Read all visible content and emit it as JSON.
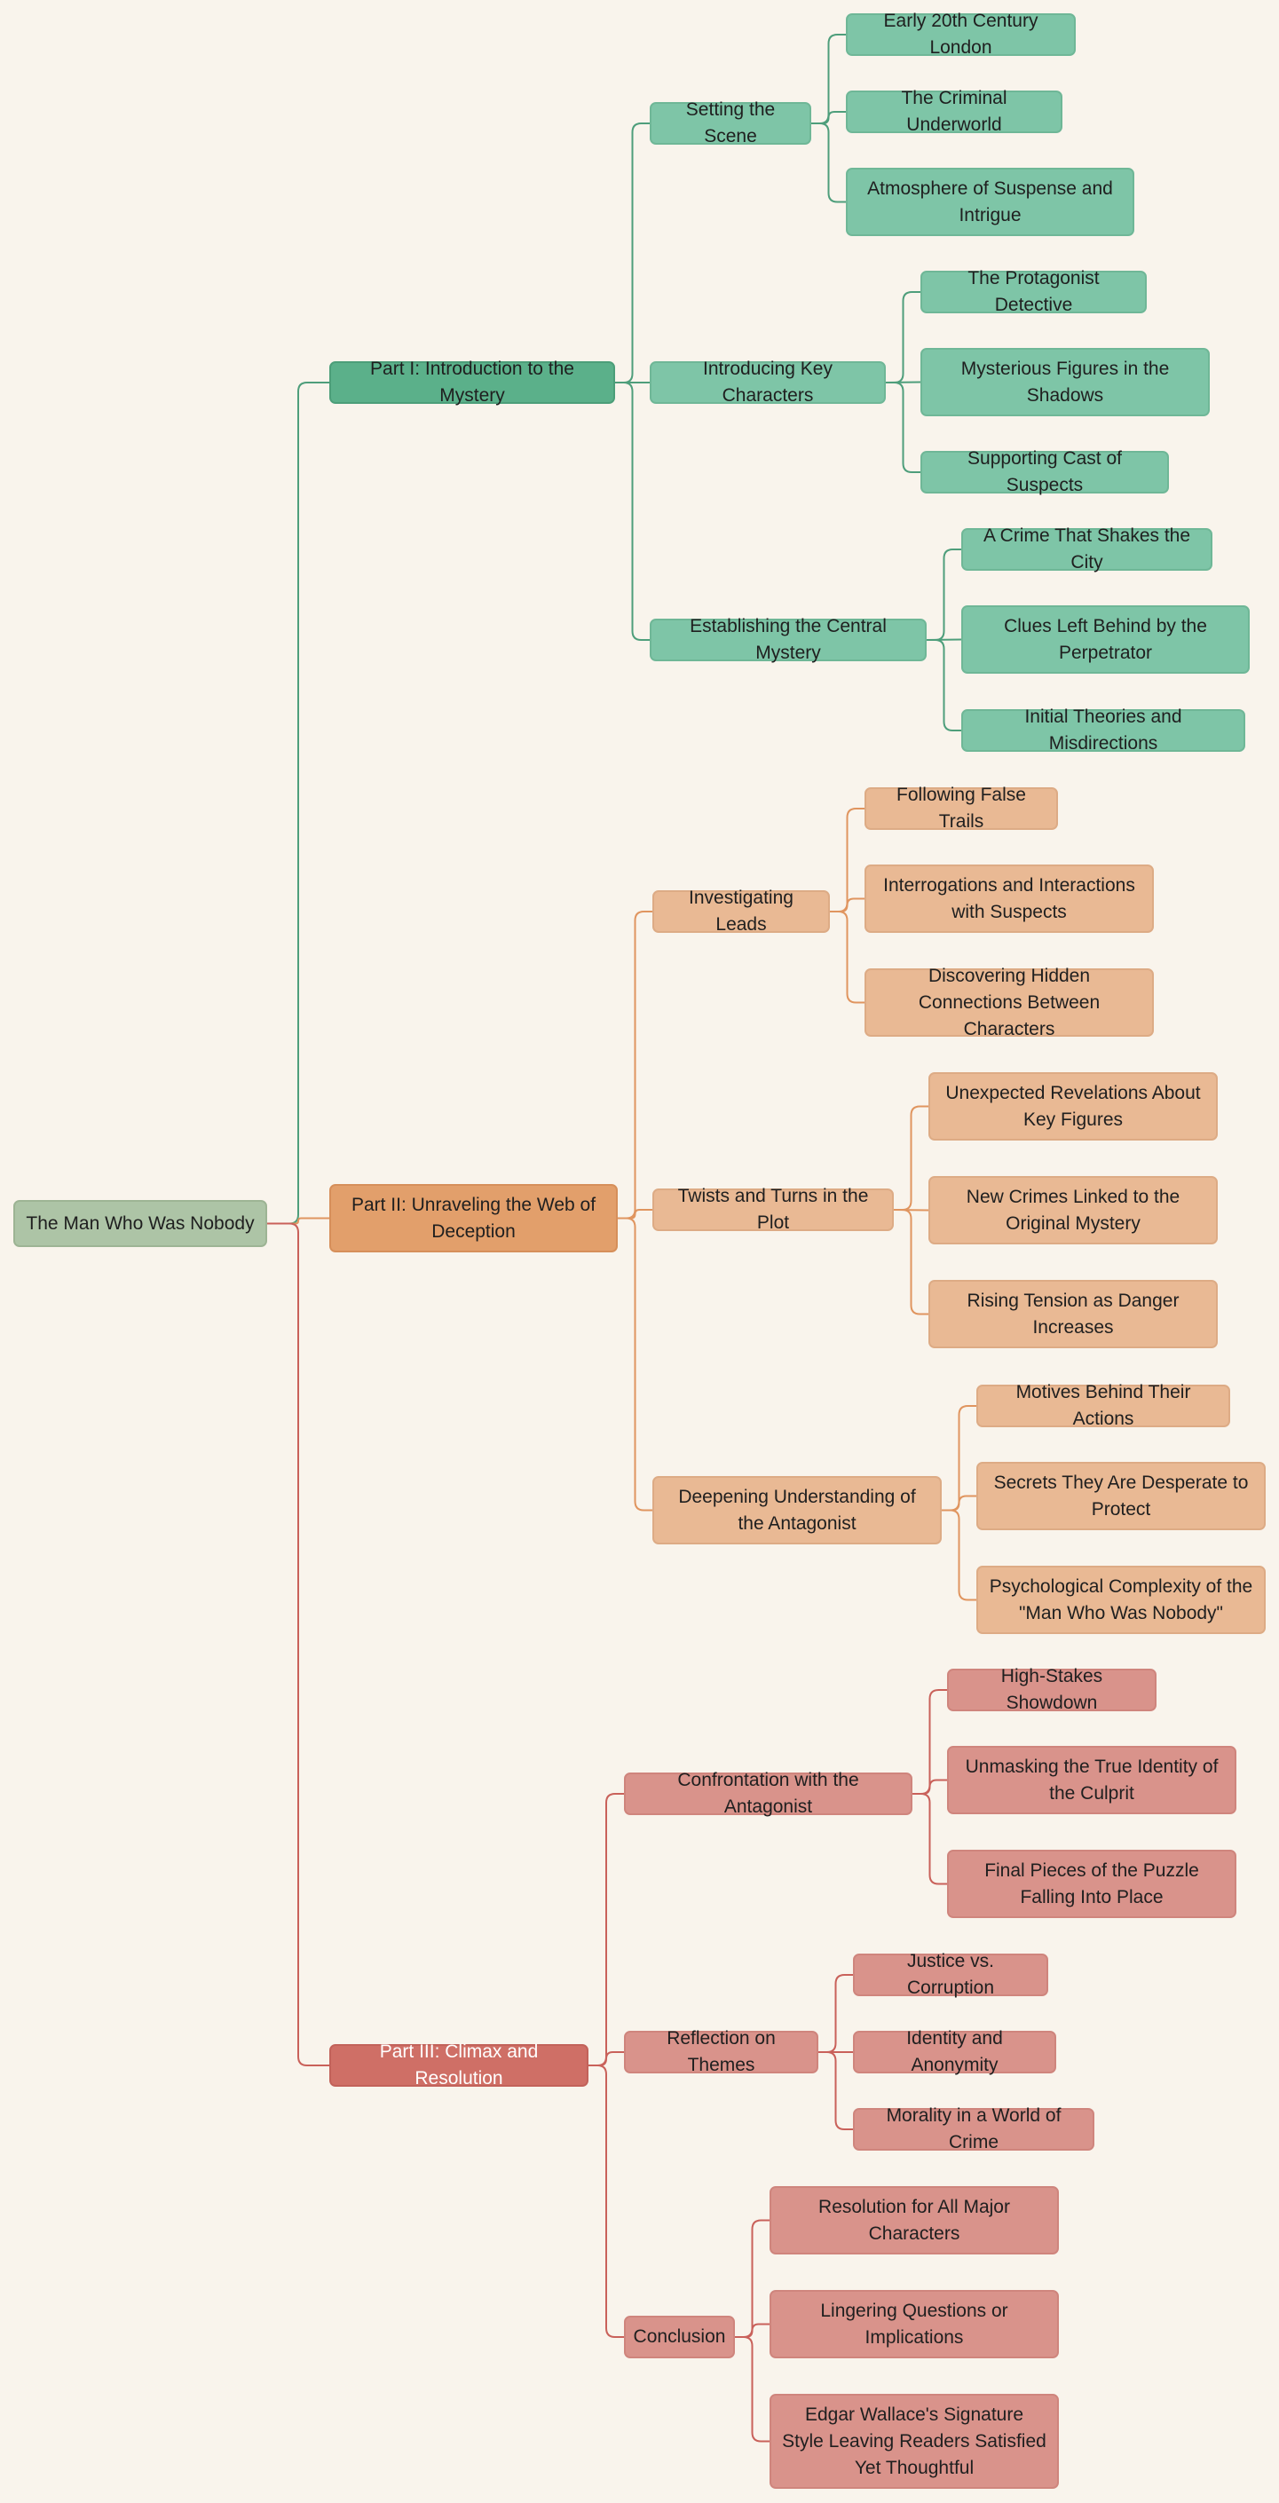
{
  "colors": {
    "background": "#f9f4ec",
    "root": "#adc4a6",
    "green_edge": "#4e9e7b",
    "orange_edge": "#e0955f",
    "red_edge": "#c9615a"
  },
  "root": "The Man Who Was Nobody",
  "parts": [
    {
      "label": "Part I: Introduction to the Mystery",
      "sections": [
        {
          "label": "Setting the Scene",
          "topics": [
            "Early 20th Century London",
            "The Criminal Underworld",
            "Atmosphere of Suspense and Intrigue"
          ]
        },
        {
          "label": "Introducing Key Characters",
          "topics": [
            "The Protagonist Detective",
            "Mysterious Figures in the Shadows",
            "Supporting Cast of Suspects"
          ]
        },
        {
          "label": "Establishing the Central Mystery",
          "topics": [
            "A Crime That Shakes the City",
            "Clues Left Behind by the Perpetrator",
            "Initial Theories and Misdirections"
          ]
        }
      ]
    },
    {
      "label": "Part II: Unraveling the Web of Deception",
      "sections": [
        {
          "label": "Investigating Leads",
          "topics": [
            "Following False Trails",
            "Interrogations and Interactions with Suspects",
            "Discovering Hidden Connections Between Characters"
          ]
        },
        {
          "label": "Twists and Turns in the Plot",
          "topics": [
            "Unexpected Revelations About Key Figures",
            "New Crimes Linked to the Original Mystery",
            "Rising Tension as Danger Increases"
          ]
        },
        {
          "label": "Deepening Understanding of the Antagonist",
          "topics": [
            "Motives Behind Their Actions",
            "Secrets They Are Desperate to Protect",
            "Psychological Complexity of the \"Man Who Was Nobody\""
          ]
        }
      ]
    },
    {
      "label": "Part III: Climax and Resolution",
      "sections": [
        {
          "label": "Confrontation with the Antagonist",
          "topics": [
            "High-Stakes Showdown",
            "Unmasking the True Identity of the Culprit",
            "Final Pieces of the Puzzle Falling Into Place"
          ]
        },
        {
          "label": "Reflection on Themes",
          "topics": [
            "Justice vs. Corruption",
            "Identity and Anonymity",
            "Morality in a World of Crime"
          ]
        },
        {
          "label": "Conclusion",
          "topics": [
            "Resolution for All Major Characters",
            "Lingering Questions or Implications",
            "Edgar Wallace's Signature Style Leaving Readers Satisfied Yet Thoughtful"
          ]
        }
      ]
    }
  ]
}
